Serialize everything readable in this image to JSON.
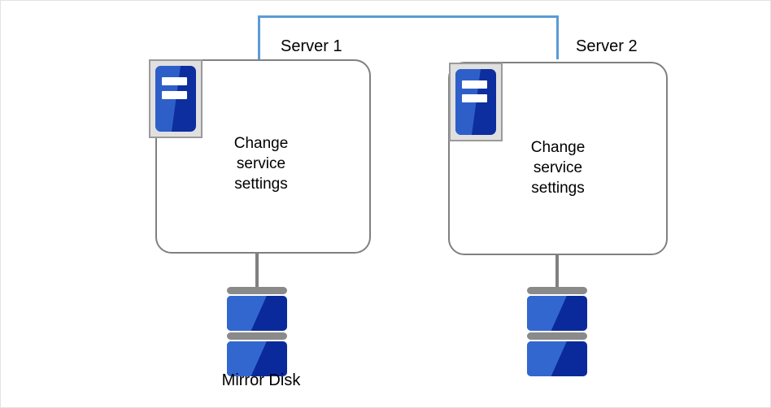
{
  "diagram": {
    "title_hidden": "",
    "colors": {
      "bracket": "#5b9bd5",
      "box_border": "#808080",
      "icon_blue_light": "#2e5fc9",
      "icon_blue_dark": "#0d2e9e",
      "disk_gray": "#8a8a8a",
      "canvas_border": "#e3e3e3"
    },
    "servers": [
      {
        "caption": "Server 1",
        "body_text": "Change\nservice\nsettings",
        "body_line1": "Change",
        "body_line2": "service",
        "body_line3": "settings",
        "icon_name": "server-machine-icon"
      },
      {
        "caption": "Server 2",
        "body_text": "Change\nservice\nsettings",
        "body_line1": "Change",
        "body_line2": "service",
        "body_line3": "settings",
        "icon_name": "server-machine-icon"
      }
    ],
    "disks": [
      {
        "caption": "Mirror Disk",
        "icon_name": "disk-stack-icon"
      },
      {
        "caption": "",
        "icon_name": "disk-stack-icon"
      }
    ],
    "connector": {
      "name": "mirror-link-bracket",
      "shape": "bracket"
    }
  }
}
